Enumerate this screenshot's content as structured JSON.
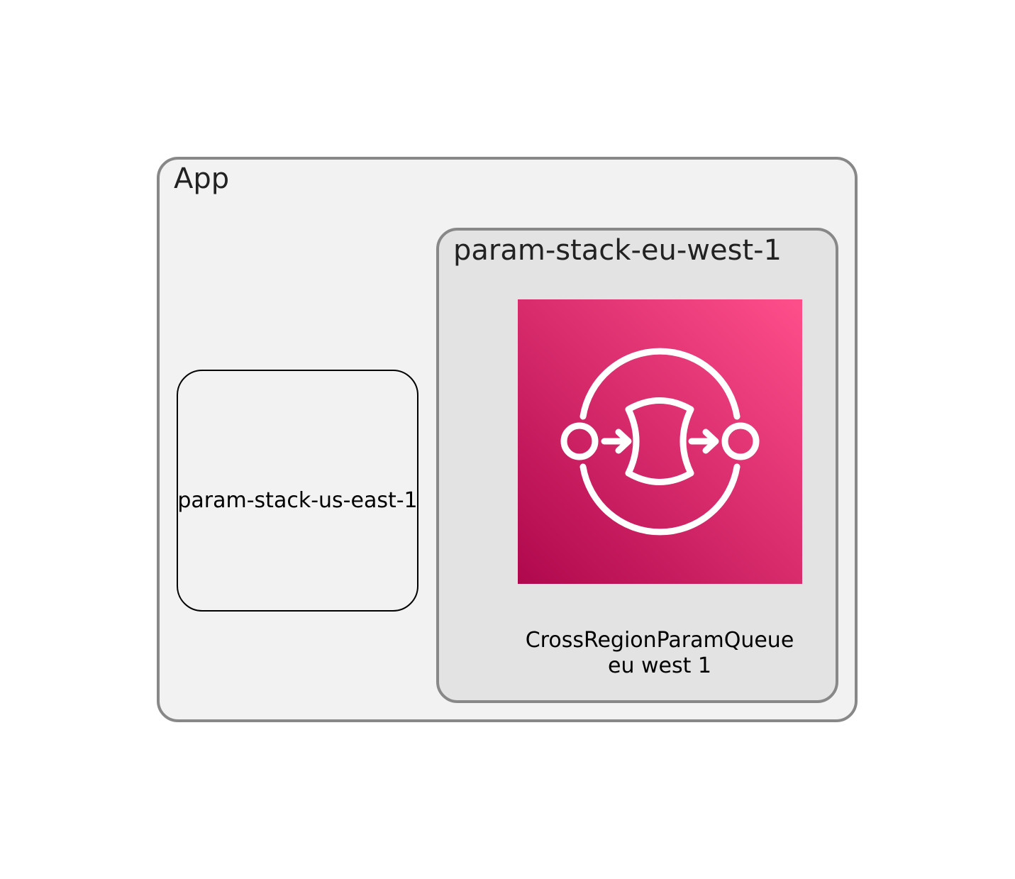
{
  "diagram": {
    "app": {
      "title": "App"
    },
    "stack_us_east": {
      "label": "param-stack-us-east-1"
    },
    "stack_eu_west": {
      "title": "param-stack-eu-west-1"
    },
    "queue": {
      "label_line1": "CrossRegionParamQueue",
      "label_line2": "eu west 1",
      "icon": "sqs-queue-icon"
    }
  },
  "colors": {
    "outer_cluster_fill": "#f2f2f2",
    "inner_cluster_fill": "#e3e3e3",
    "cluster_border": "#888888",
    "sqs_gradient_start": "#b0084d",
    "sqs_gradient_end": "#ff4f8b"
  }
}
